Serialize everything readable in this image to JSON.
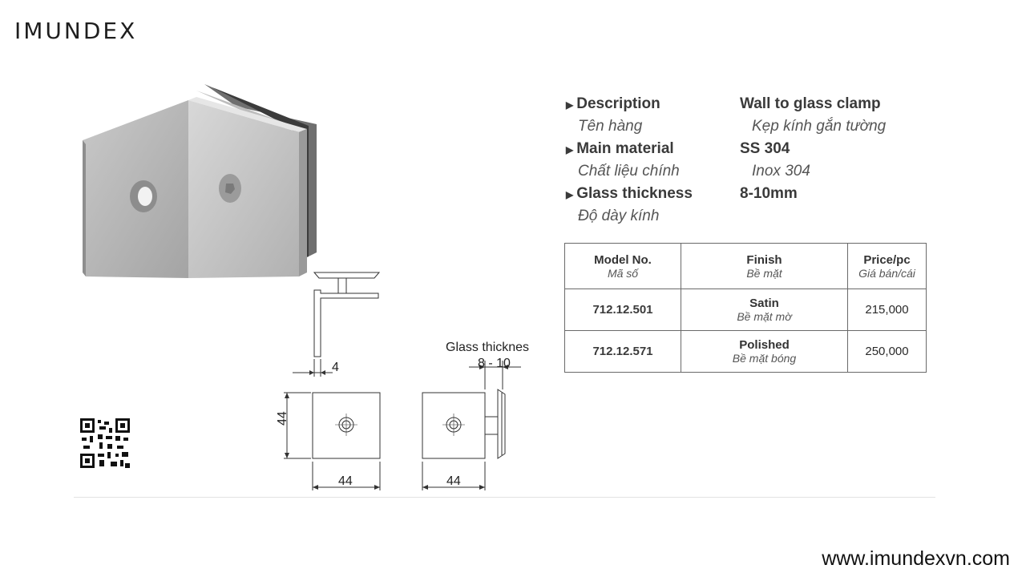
{
  "brand": {
    "logo": "IMUNDEX",
    "website": "www.imundexvn.com"
  },
  "specs": [
    {
      "label": "Description",
      "label_vi": "Tên hàng",
      "value": "Wall to glass clamp",
      "value_vi": "Kẹp kính gắn tường"
    },
    {
      "label": "Main material",
      "label_vi": "Chất liệu chính",
      "value": "SS 304",
      "value_vi": "Inox 304"
    },
    {
      "label": "Glass thickness",
      "label_vi": "Độ dày kính",
      "value": "8-10mm",
      "value_vi": ""
    }
  ],
  "table": {
    "headers": [
      {
        "main": "Model No.",
        "sub": "Mã số"
      },
      {
        "main": "Finish",
        "sub": "Bề mặt"
      },
      {
        "main": "Price/pc",
        "sub": "Giá bán/cái"
      }
    ],
    "rows": [
      {
        "model": "712.12.501",
        "finish": "Satin",
        "finish_vi": "Bề mặt mờ",
        "price": "215,000"
      },
      {
        "model": "712.12.571",
        "finish": "Polished",
        "finish_vi": "Bề mặt bóng",
        "price": "250,000"
      }
    ]
  },
  "drawing": {
    "dim_side_thickness": "4",
    "dim_front_height": "44",
    "dim_front_width": "44",
    "dim_side_width": "44",
    "glass_label": "Glass thicknes",
    "glass_range": "8 - 10"
  }
}
